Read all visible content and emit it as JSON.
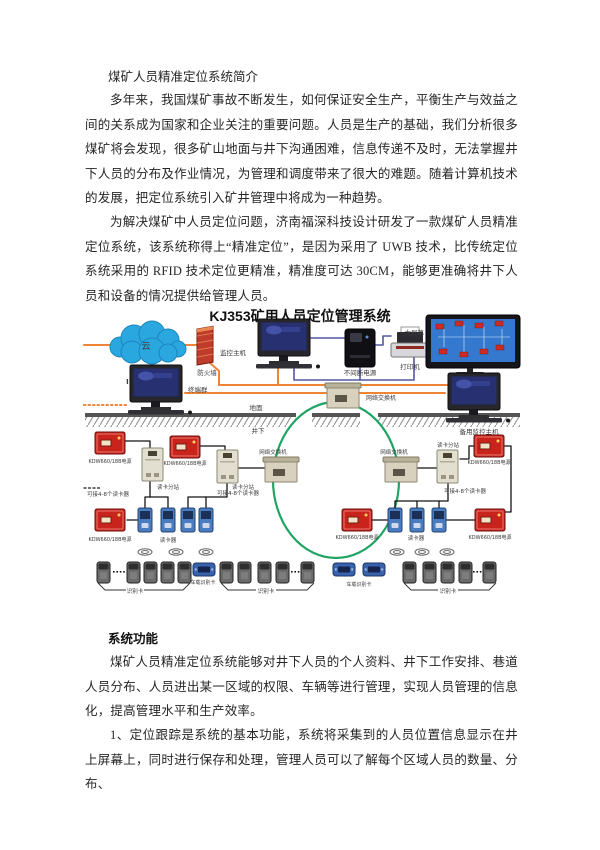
{
  "document": {
    "title": "煤矿人员精准定位系统简介",
    "section_title": "系统功能",
    "paragraphs": {
      "p1": "多年来，我国煤矿事故不断发生，如何保证安全生产，平衡生产与效益之间的关系成为国家和企业关注的重要问题。人员是生产的基础，我们分析很多煤矿将会发现，很多矿山地面与井下沟通困难，信息传递不及时，无法掌握井下人员的分布及作业情况，为管理和调度带来了很大的难题。随着计算机技术的发展，把定位系统引入矿井管理中将成为一种趋势。",
      "p2": "为解决煤矿中人员定位问题，济南福深科技设计研发了一款煤矿人员精准定位系统，该系统称得上“精准定位”，是因为采用了 UWB 技术，比传统定位系统采用的 RFID 技术定位更精准，精准度可达 30CM，能够更准确将井下人员和设备的情况提供给管理人员。",
      "p3": "煤矿人员精准定位系统能够对井下人员的个人资料、井下工作安排、巷道人员分布、人员进出某一区域的权限、车辆等进行管理，实现人员管理的信息化，提高管理水平和生产效率。",
      "p4": "1、定位跟踪是系统的基本功能，系统将采集到的人员位置信息显示在井上屏幕上，同时进行保存和处理，管理人员可以了解每个区域人员的数量、分布、"
    }
  },
  "diagram": {
    "title": "KJ353矿用人员定位管理系统",
    "labels": {
      "internet": "Internet",
      "cloud_glyph": "云",
      "firewall": "防火墙",
      "monitor_host": "监控主机",
      "ups": "不间断电源",
      "printer": "打印机",
      "big_screen": "大屏幕",
      "terminal_group": "终端群",
      "backup_host": "备用监控主机",
      "network_switch": "网络交换机",
      "surface": "地面",
      "underground": "井下",
      "power_supply": "KDW660/18B电源",
      "card_substation": "读卡分站",
      "card_reader": "读卡器",
      "reader_capacity_note": "可接4-8个读卡器",
      "id_card": "识别卡",
      "vehicle_id_card": "车载识别卡"
    },
    "colors": {
      "wire_orange": "#ee8435",
      "wire_navy": "#5456a0",
      "ring_green": "#1fa463",
      "device_red": "#c9241c",
      "reader_blue": "#4a7cc2"
    }
  }
}
